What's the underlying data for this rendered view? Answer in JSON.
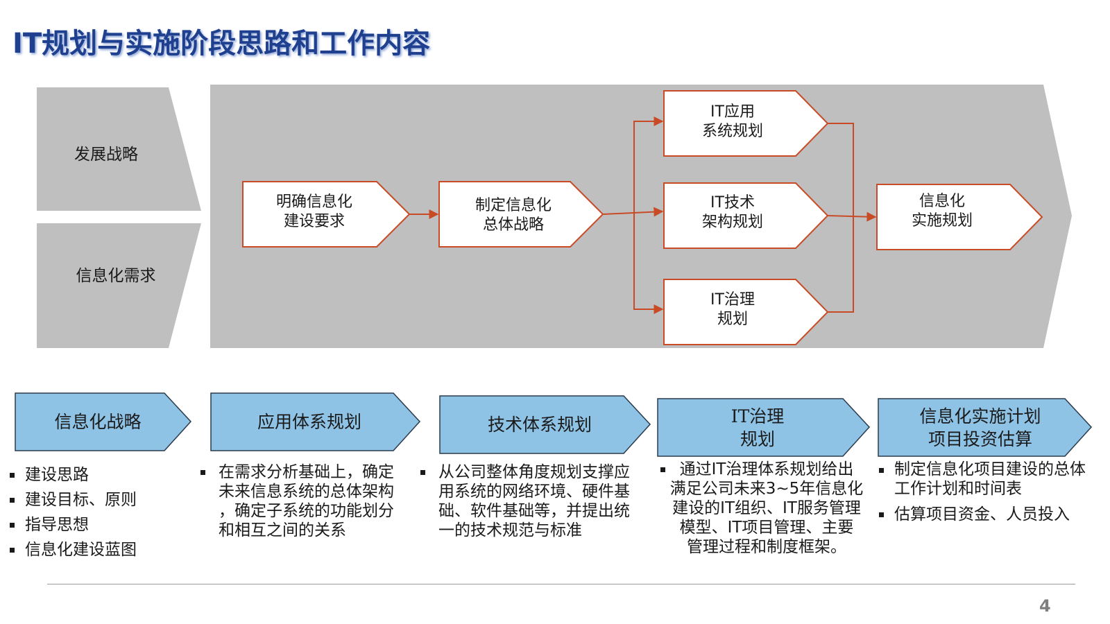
{
  "title": "IT规划与实施阶段思路和工作内容",
  "page_number": "4",
  "colors": {
    "gray_block": "#bfbfbf",
    "process_border": "#c84b26",
    "blue_chevron": "#8fc3e6",
    "title_blue": "#1f3f8f"
  },
  "inputs": {
    "left_top": "发展战略",
    "left_bottom": "信息化需求"
  },
  "process": {
    "step1": [
      "明确信息化",
      "建设要求"
    ],
    "step2": [
      "制定信息化",
      "总体战略"
    ],
    "branch_app": [
      "IT应用",
      "系统规划"
    ],
    "branch_tech": [
      "IT技术",
      "架构规划"
    ],
    "branch_gov": [
      "IT治理",
      "规划"
    ],
    "result": [
      "信息化",
      "实施规划"
    ]
  },
  "phases": [
    {
      "label_lines": [
        "信息化战略"
      ],
      "bullets": [
        "建设思路",
        "建设目标、原则",
        "指导思想",
        "信息化建设蓝图"
      ]
    },
    {
      "label_lines": [
        "应用体系规划"
      ],
      "text_lines": [
        "在需求分析基础上，确定",
        "未来信息系统的总体架构",
        "，确定子系统的功能划分",
        "和相互之间的关系"
      ]
    },
    {
      "label_lines": [
        "技术体系规划"
      ],
      "text_lines": [
        "从公司整体角度规划支撑应",
        "用系统的网络环境、硬件基",
        "础、软件基础等，并提出统",
        "一的技术规范与标准"
      ]
    },
    {
      "label_lines": [
        "IT治理",
        "规划"
      ],
      "text_lines": [
        "通过IT治理体系规划给出",
        "满足公司未来3~5年信息化",
        "建设的IT组织、IT服务管理",
        "模型、IT项目管理、主要",
        "管理过程和制度框架。"
      ]
    },
    {
      "label_lines": [
        "信息化实施计划",
        "项目投资估算"
      ],
      "bullets": [
        "制定信息化项目建设的总体工作计划和时间表",
        "估算项目资金、人员投入"
      ]
    }
  ]
}
